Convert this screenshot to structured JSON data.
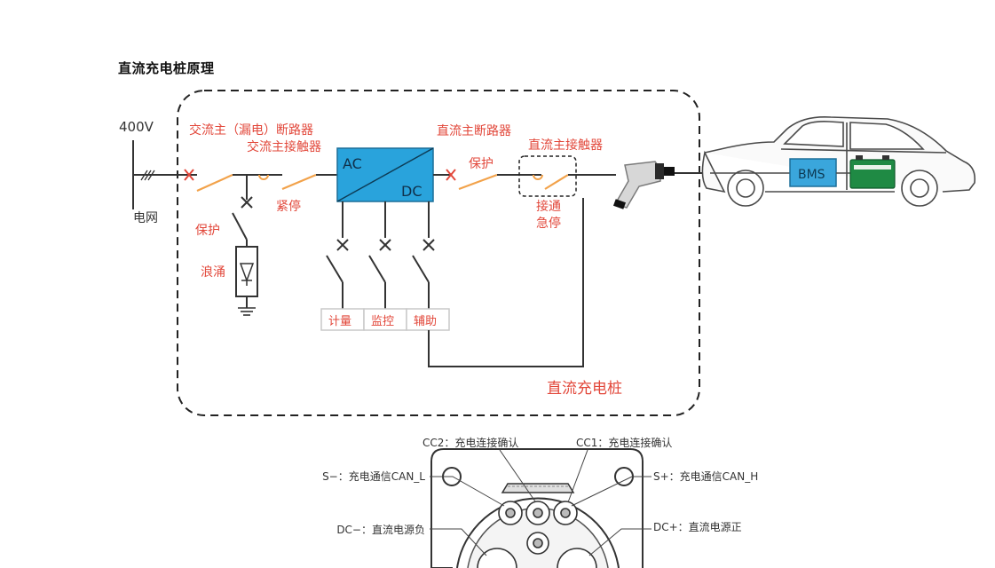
{
  "title": "直流充电桩原理",
  "labels": {
    "voltage": "400V",
    "grid": "电网",
    "breaker": "交流主（漏电）断路器",
    "ac_contactor": "交流主接触器",
    "protect_left": "保护",
    "surge": "浪涌",
    "emergency_left": "紧停",
    "ac": "AC",
    "dc": "DC",
    "protect_right": "保护",
    "dc_breaker": "直流主断路器",
    "dc_contactor": "直流主接触器",
    "connect": "接通",
    "emergency_right": "急停",
    "metering": "计量",
    "monitor": "监控",
    "auxiliary": "辅助",
    "pile": "直流充电桩",
    "bms": "BMS"
  },
  "connector_labels": {
    "cc2": "CC2：充电连接确认",
    "cc1": "CC1：充电连接确认",
    "s_minus": "S−：充电通信CAN_L",
    "s_plus": "S+：充电通信CAN_H",
    "dc_minus": "DC−：直流电源负",
    "dc_plus": "DC+：直流电源正"
  },
  "colors": {
    "red_text": "#e2473a",
    "converter_fill": "#29a3dc",
    "bms_fill": "#3aa6dc",
    "battery_fill": "#1f8a44",
    "line": "#333333"
  }
}
